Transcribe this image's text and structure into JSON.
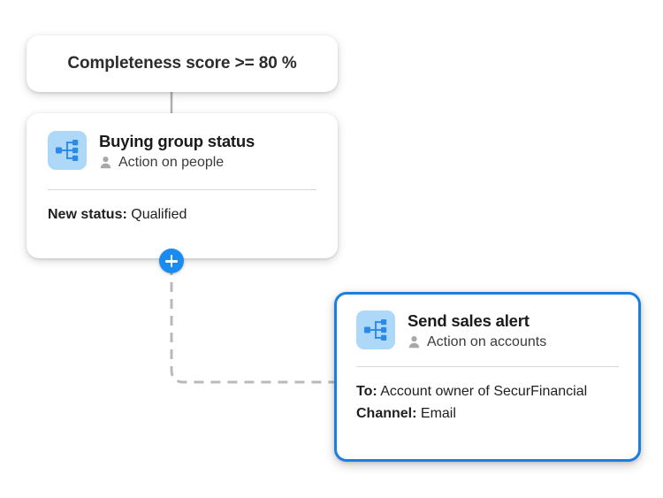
{
  "canvas": {
    "background": "#ffffff",
    "accent_color": "#1a8cf0",
    "selected_border_color": "#1a7fe0",
    "icon_tile_color": "#aed8f7",
    "icon_glyph_color": "#2b8ae8",
    "connector_color": "#b9b9b9"
  },
  "nodes": {
    "condition": {
      "name": "condition-node",
      "text": "Completeness score >= 80 %"
    },
    "buying_group": {
      "name": "action-node-buying-group-status",
      "icon": "hierarchy-icon",
      "title": "Buying group status",
      "subtitle_icon": "person-icon",
      "subtitle": "Action on people",
      "details": [
        {
          "key": "New status:",
          "value": "Qualified"
        }
      ]
    },
    "sales_alert": {
      "name": "action-node-send-sales-alert",
      "icon": "hierarchy-icon",
      "title": "Send sales alert",
      "subtitle_icon": "person-icon",
      "subtitle": "Action on accounts",
      "selected": true,
      "details": [
        {
          "key": "To:",
          "value": "Account owner of SecurFinancial"
        },
        {
          "key": "Channel:",
          "value": "Email"
        }
      ]
    }
  },
  "controls": {
    "add_step": {
      "name": "add-step-button",
      "icon": "plus-icon",
      "label": "+"
    }
  }
}
